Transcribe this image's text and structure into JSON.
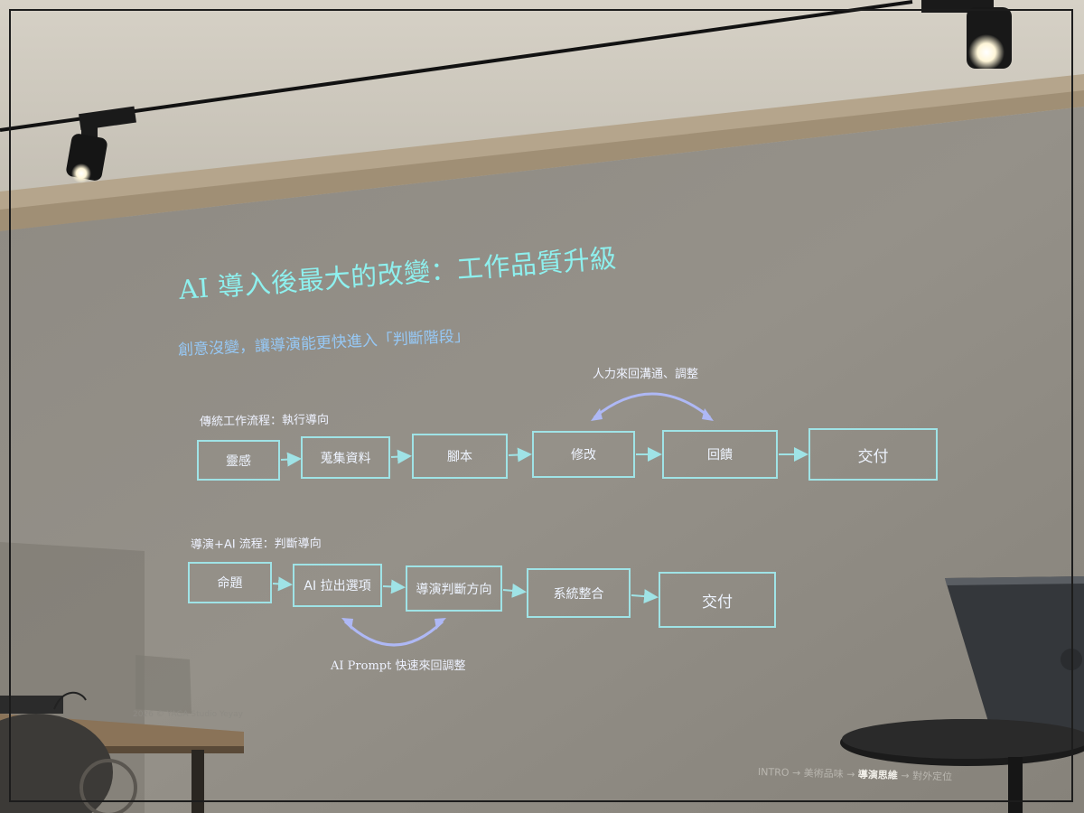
{
  "slide": {
    "title": "AI 導入後最大的改變：工作品質升級",
    "subtitle": "創意沒變，讓導演能更快進入「判斷階段」",
    "traditional": {
      "label": "傳統工作流程：執行導向",
      "steps": [
        "靈感",
        "蒐集資料",
        "腳本",
        "修改",
        "回饋",
        "交付"
      ],
      "loop_caption": "人力來回溝通、調整"
    },
    "ai": {
      "label": "導演+AI 流程：判斷導向",
      "steps": [
        "命題",
        "AI 拉出選項",
        "導演判斷方向",
        "系統整合",
        "交付"
      ],
      "loop_caption": "AI Prompt 快速來回調整"
    },
    "nav": {
      "items": [
        "INTRO",
        "美術品味",
        "導演思維",
        "對外定位"
      ],
      "active": "導演思維",
      "separator": "→"
    },
    "credit": "2026 © YAGA Studio Yeyay"
  },
  "colors": {
    "title": "#8ef0ee",
    "subtitle": "#96c8f5",
    "box_border": "#9fe3e6",
    "text": "#eef4ff"
  }
}
